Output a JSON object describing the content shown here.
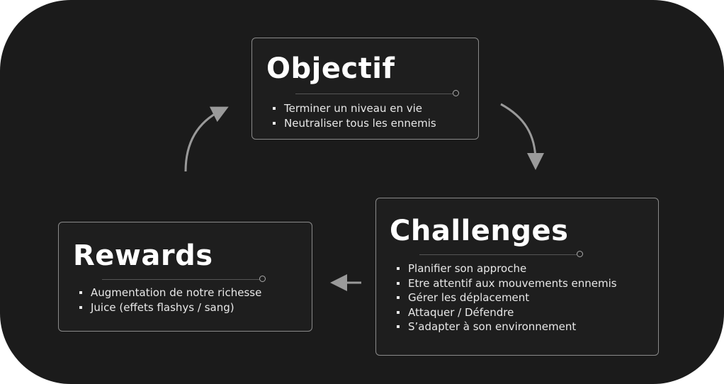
{
  "cards": {
    "objectif": {
      "title": "Objectif",
      "items": [
        "Terminer un niveau en vie",
        "Neutraliser tous les ennemis"
      ]
    },
    "challenges": {
      "title": "Challenges",
      "items": [
        "Planifier son approche",
        "Etre attentif aux mouvements ennemis",
        "Gérer les déplacement",
        "Attaquer / Défendre",
        "S’adapter à son environnement"
      ]
    },
    "rewards": {
      "title": "Rewards",
      "items": [
        "Augmentation de notre richesse",
        "Juice (effets flashys / sang)"
      ]
    }
  },
  "colors": {
    "background": "#1b1b1b",
    "border": "#8a8a8a",
    "arrow": "#9a9a9a"
  }
}
